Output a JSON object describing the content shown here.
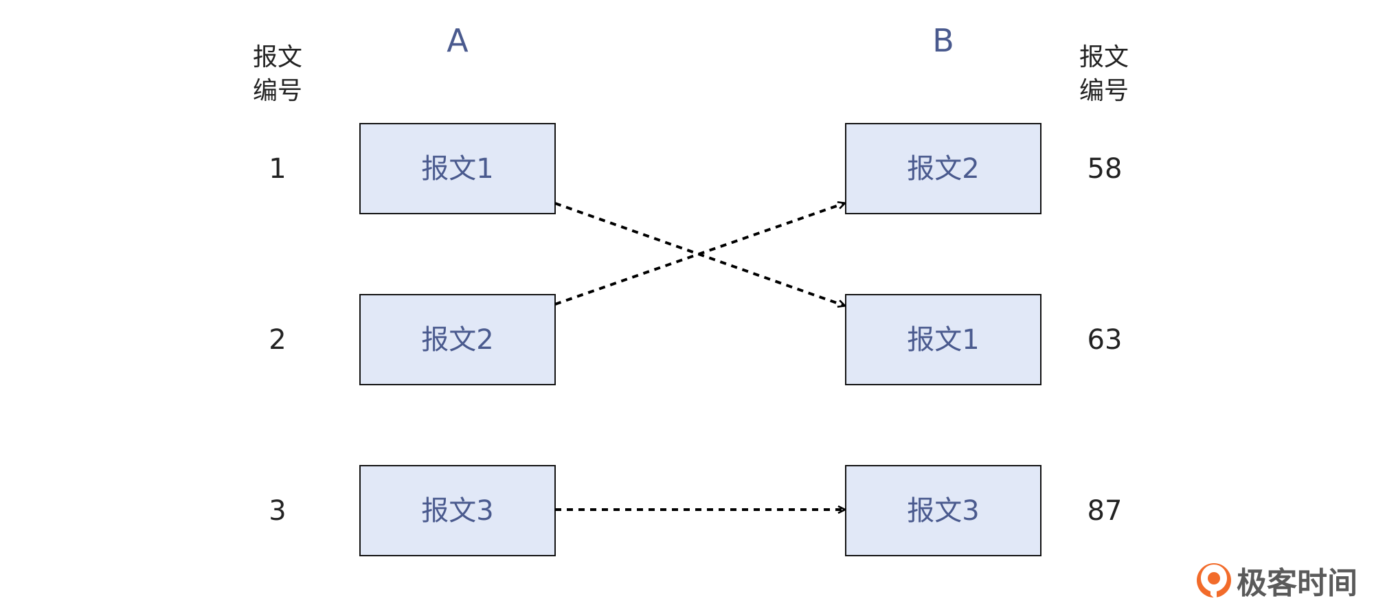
{
  "sender": {
    "column_title": "A",
    "number_header": [
      "报文",
      "编号"
    ],
    "packets": [
      {
        "number": "1",
        "label": "报文1"
      },
      {
        "number": "2",
        "label": "报文2"
      },
      {
        "number": "3",
        "label": "报文3"
      }
    ]
  },
  "receiver": {
    "column_title": "B",
    "number_header": [
      "报文",
      "编号"
    ],
    "packets": [
      {
        "number": "58",
        "label": "报文2"
      },
      {
        "number": "63",
        "label": "报文1"
      },
      {
        "number": "87",
        "label": "报文3"
      }
    ]
  },
  "brand": {
    "name": "极客时间",
    "icon": "geektime-logo-icon",
    "color": "#f26b2a"
  }
}
